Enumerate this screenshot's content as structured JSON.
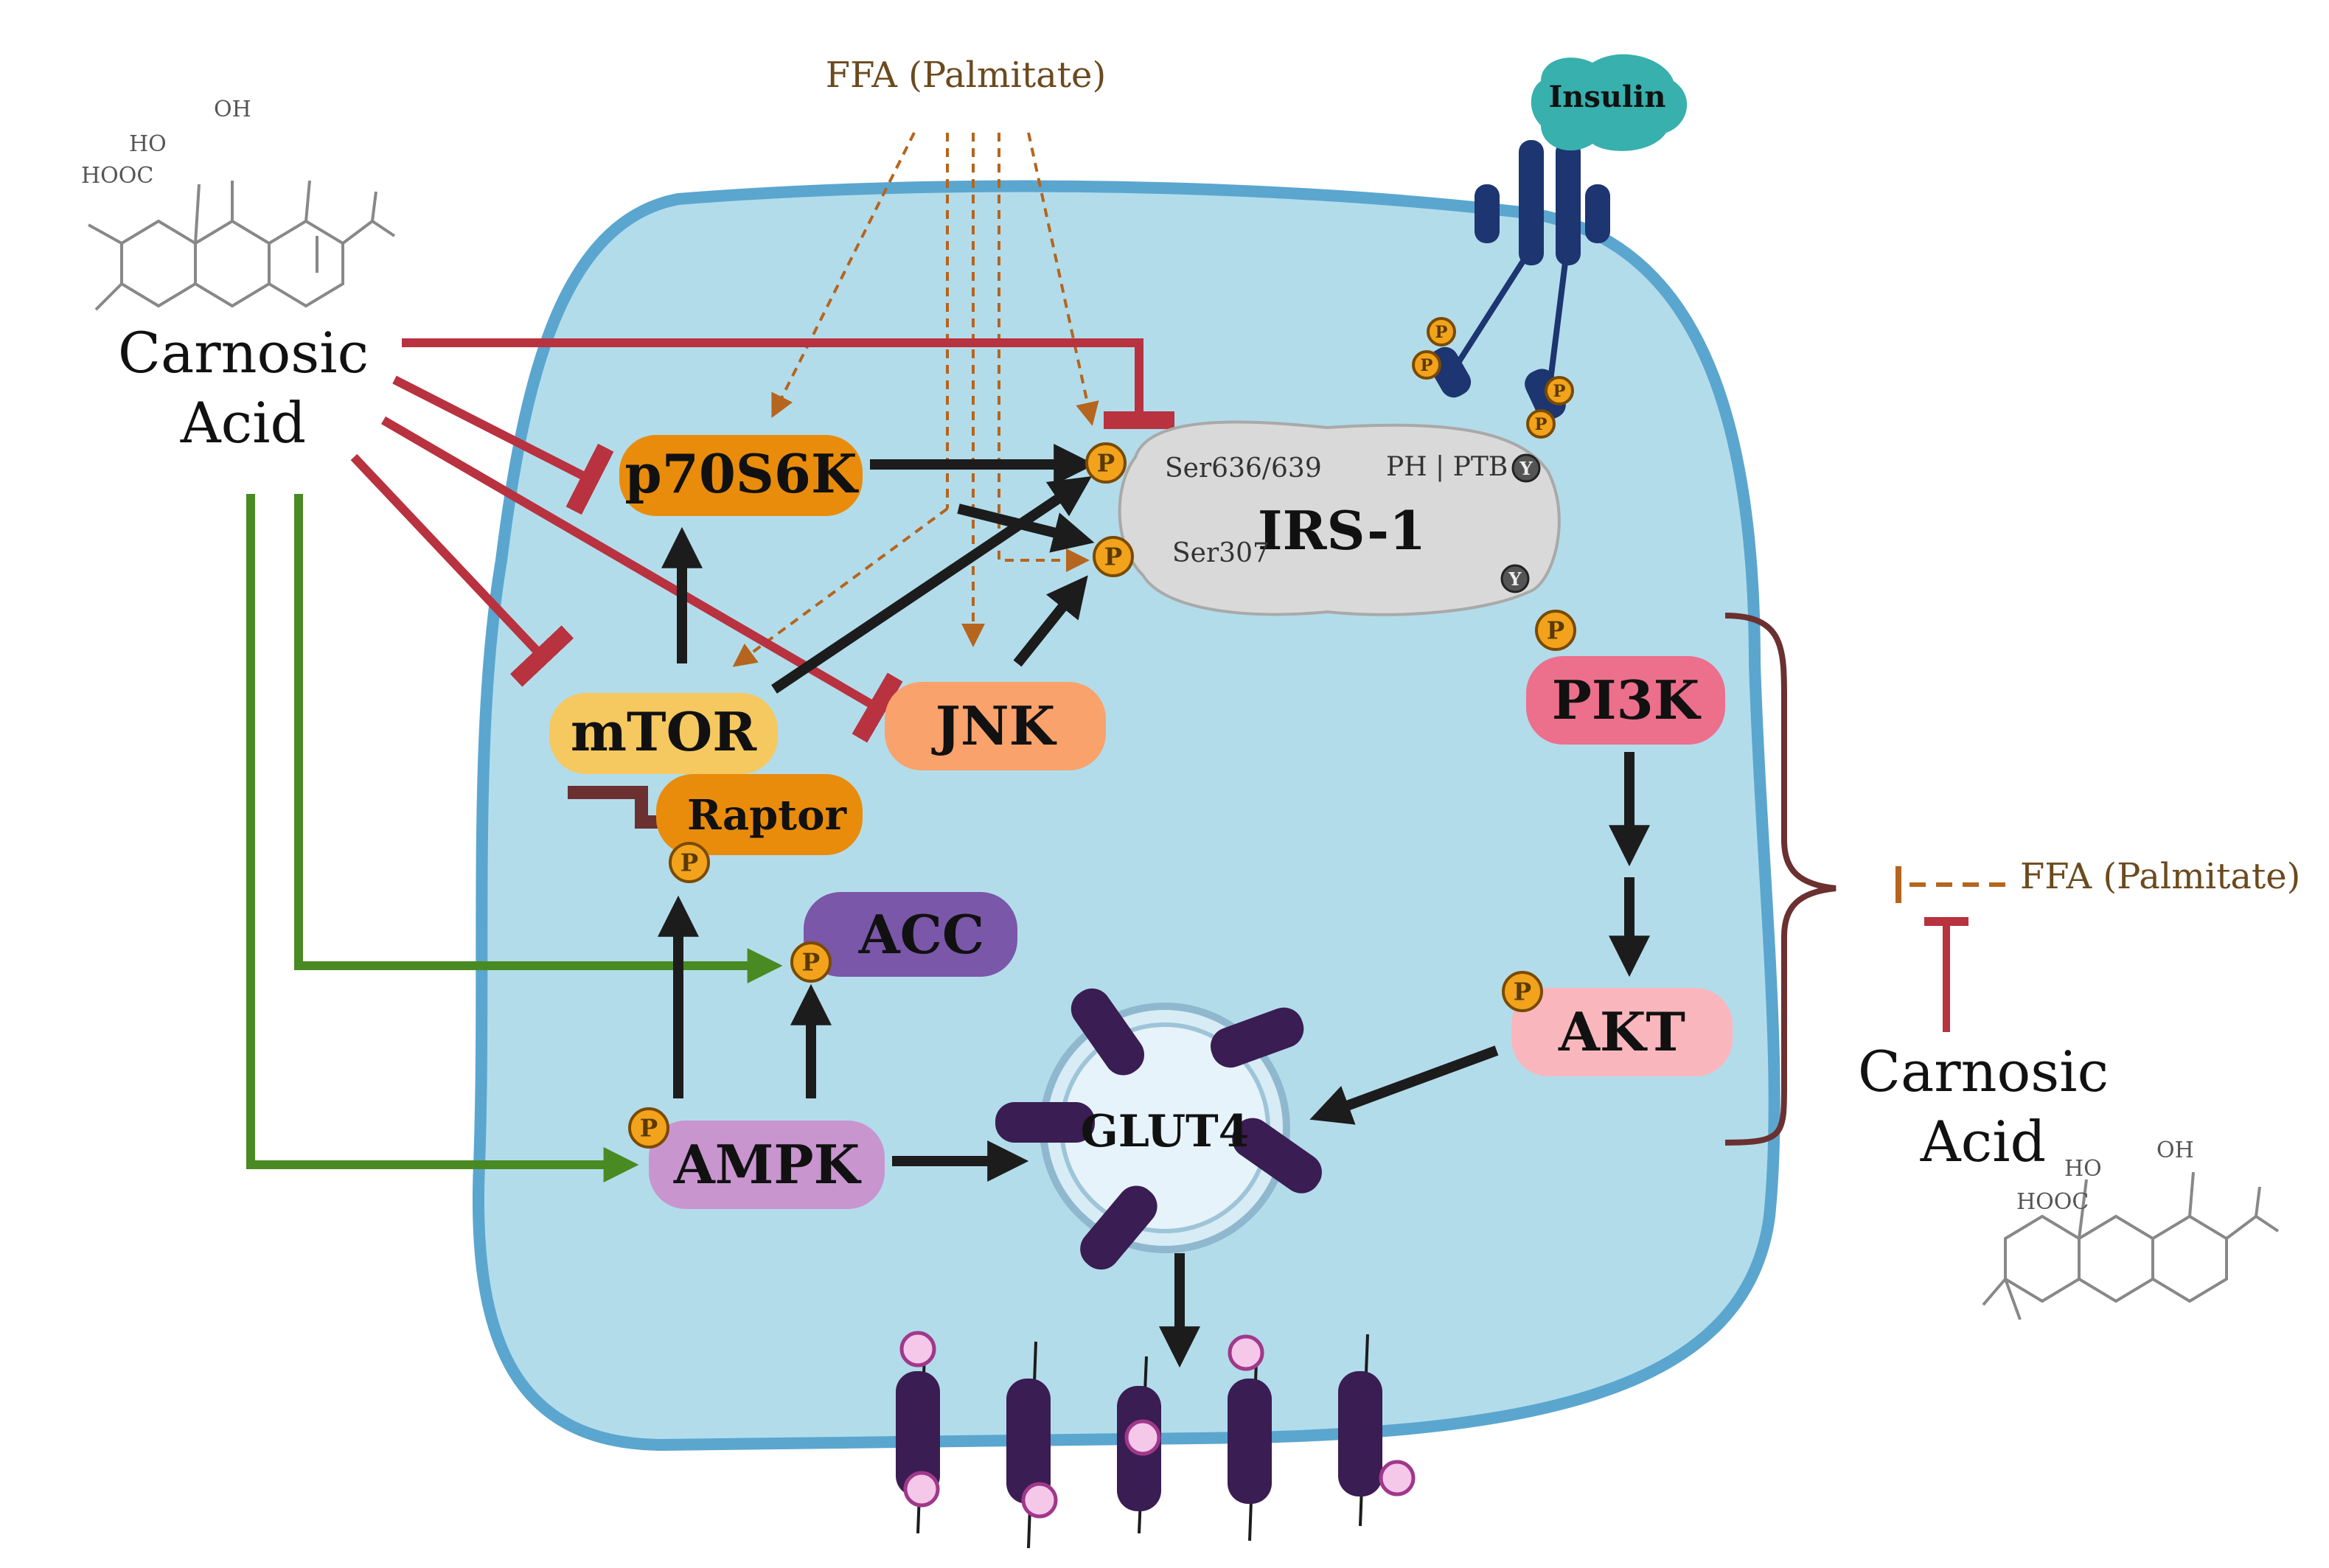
{
  "colors": {
    "cell_fill": "#b3dceb",
    "cell_border": "#5aa6cf",
    "inhibit_red": "#b8323f",
    "activate_green": "#4a8a22",
    "ffa_brown": "#b5651d",
    "black_arrow": "#1c1c1c",
    "glut4_purple": "#3a1d52",
    "orange_protein": "#e98c0b",
    "yellow_protein": "#f5c860",
    "jnk_orange": "#f9a26c",
    "pi3k_pink": "#ec6f8c",
    "akt_pink": "#f9b7bd",
    "ampk_lilac": "#c895cf",
    "acc_purple": "#7a57a8",
    "irs1_grey": "#d9d9d9",
    "insulin_teal": "#37b0ae",
    "receptor_navy": "#1d3570"
  },
  "labels": {
    "ffa_top": "FFA (Palmitate)",
    "ffa_right": "FFA (Palmitate)",
    "ca_left_line1": "Carnosic",
    "ca_left_line2": "Acid",
    "ca_right_line1": "Carnosic",
    "ca_right_line2": "Acid",
    "insulin": "Insulin",
    "p70s6k": "p70S6K",
    "mtor": "mTOR",
    "raptor": "Raptor",
    "jnk": "JNK",
    "irs1": "IRS-1",
    "ser636": "Ser636/639",
    "ser307": "Ser307",
    "ph_ptb": "PH | PTB",
    "pi3k": "PI3K",
    "akt": "AKT",
    "acc": "ACC",
    "ampk": "AMPK",
    "glut4": "GLUT4",
    "phospho": "P",
    "tyr": "Y"
  },
  "chem_labels": {
    "oh": "OH",
    "ho": "HO",
    "hooc": "HOOC"
  }
}
